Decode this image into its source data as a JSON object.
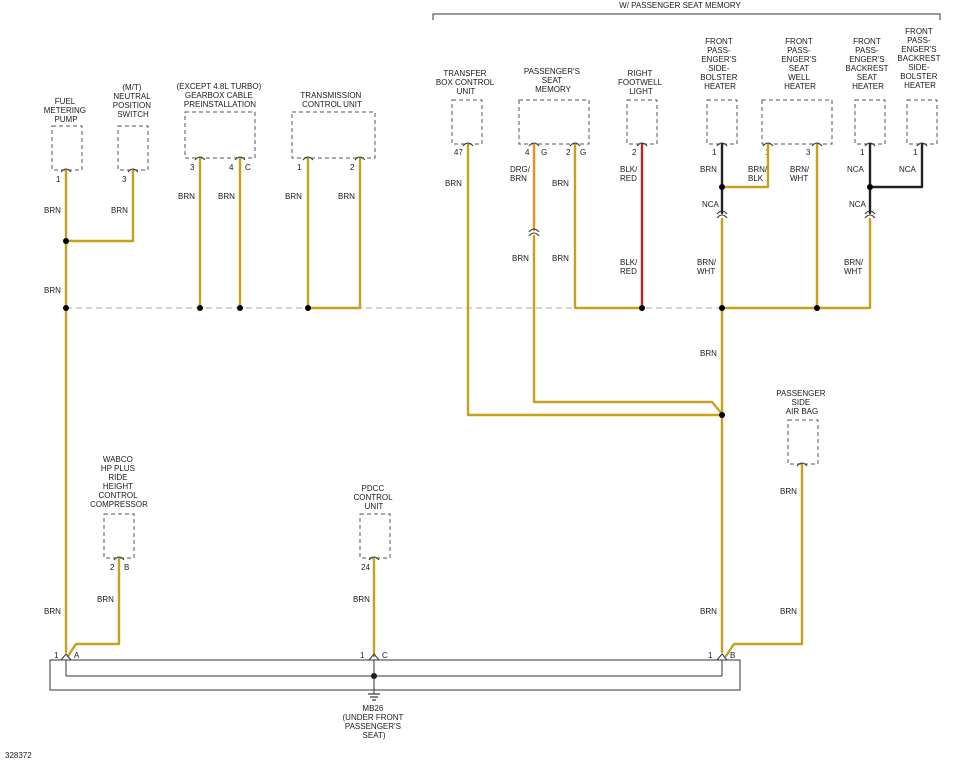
{
  "drawing_number": "328372",
  "colors": {
    "brn": "#c8a020",
    "brn_dark": "#a88410",
    "orange": "#e89020",
    "red": "#c82020",
    "black": "#222222"
  },
  "group_label": "W/ PASSENGER SEAT MEMORY",
  "components": {
    "fuel_pump": {
      "lines": [
        "FUEL",
        "METERING",
        "PUMP"
      ],
      "pin": "1"
    },
    "neutral_switch": {
      "lines": [
        "(M/T)",
        "NEUTRAL",
        "POSITION",
        "SWITCH"
      ],
      "pin": "3"
    },
    "gearbox_cable": {
      "lines": [
        "(EXCEPT 4.8L TURBO)",
        "GEARBOX CABLE",
        "PREINSTALLATION"
      ],
      "pin1": "3",
      "pin2": "4",
      "pin2_conn": "C"
    },
    "transmission_cu": {
      "lines": [
        "TRANSMISSION",
        "CONTROL UNIT"
      ],
      "pin1": "1",
      "pin2": "2"
    },
    "transfer_box": {
      "lines": [
        "TRANSFER",
        "BOX CONTROL",
        "UNIT"
      ],
      "pin": "47"
    },
    "seat_memory": {
      "lines": [
        "PASSENGER'S",
        "SEAT",
        "MEMORY"
      ],
      "pin1": "4",
      "pin1_conn": "G",
      "pin2": "2",
      "pin2_conn": "G"
    },
    "footwell_light": {
      "lines": [
        "RIGHT",
        "FOOTWELL",
        "LIGHT"
      ],
      "pin": "2"
    },
    "side_bolster": {
      "lines": [
        "FRONT",
        "PASS-",
        "ENGER'S",
        "SIDE-",
        "BOLSTER",
        "HEATER"
      ],
      "pin": "1"
    },
    "seat_well": {
      "lines": [
        "FRONT",
        "PASS-",
        "ENGER'S",
        "SEAT",
        "WELL",
        "HEATER"
      ],
      "pin1": "1",
      "pin2": "3"
    },
    "backrest_seat": {
      "lines": [
        "FRONT",
        "PASS-",
        "ENGER'S",
        "BACKREST",
        "SEAT",
        "HEATER"
      ],
      "pin": "1"
    },
    "backrest_bolster": {
      "lines": [
        "FRONT",
        "PASS-",
        "ENGER'S",
        "BACKREST",
        "SIDE-",
        "BOLSTER",
        "HEATER"
      ],
      "pin": "1"
    },
    "air_bag": {
      "lines": [
        "PASSENGER",
        "SIDE",
        "AIR BAG"
      ]
    },
    "wabco": {
      "lines": [
        "WABCO",
        "HP PLUS",
        "RIDE",
        "HEIGHT",
        "CONTROL",
        "COMPRESSOR"
      ],
      "pin": "2",
      "conn": "B"
    },
    "pdcc": {
      "lines": [
        "PDCC",
        "CONTROL",
        "UNIT"
      ],
      "pin": "24"
    }
  },
  "ground": {
    "lines": [
      "MB26",
      "(UNDER FRONT",
      "PASSENGER'S",
      "SEAT)"
    ],
    "pin_a": "1",
    "conn_a": "A",
    "pin_c": "1",
    "conn_c": "C",
    "pin_b": "1",
    "conn_b": "B"
  },
  "wire_labels": {
    "brn": "BRN",
    "drg_brn": [
      "DRG/",
      "BRN"
    ],
    "blk_red": [
      "BLK/",
      "RED"
    ],
    "brn_blk": [
      "BRN/",
      "BLK"
    ],
    "brn_wht": [
      "BRN/",
      "WHT"
    ],
    "nca": "NCA"
  }
}
